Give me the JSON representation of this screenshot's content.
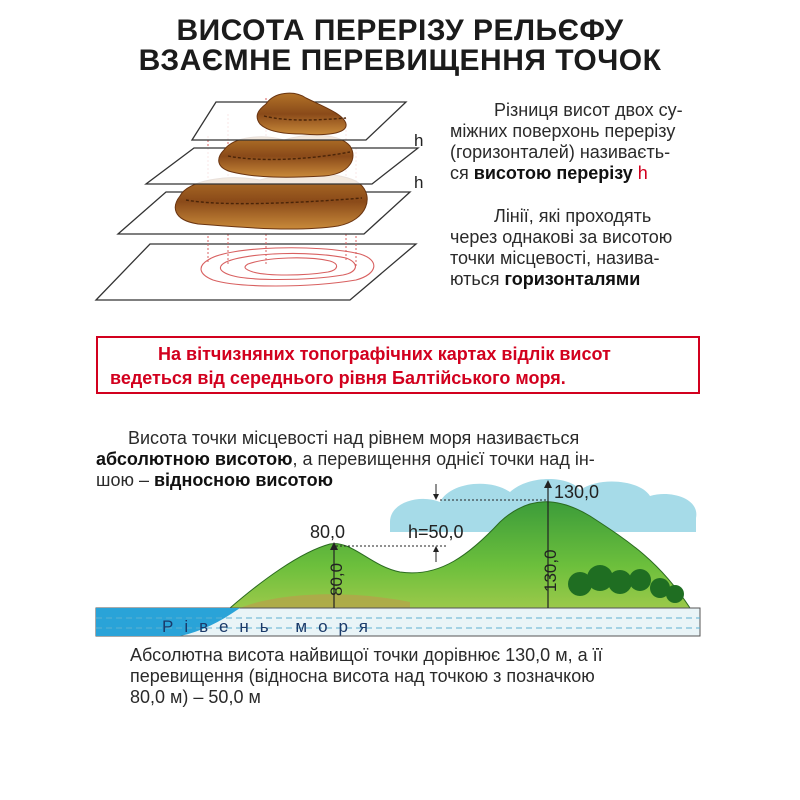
{
  "title": {
    "line1": "ВИСОТА ПЕРЕРІЗУ РЕЛЬЄФУ",
    "line2": "ВЗАЄМНЕ ПЕРЕВИЩЕННЯ ТОЧОК"
  },
  "diagram_top": {
    "h_label_1": "h",
    "h_label_2": "h"
  },
  "def1": {
    "l1": "Різниця висот двох су-",
    "l2": "міжних поверхонь перерізу",
    "l3": "(горизонталей) називаєть-",
    "l4_pre": "ся ",
    "l4_bold": "висотою перерізу",
    "l4_red": "h"
  },
  "def2": {
    "l1": "Лінії, які проходять",
    "l2": "через однакові за висотою",
    "l3": "точки місцевості, назива-",
    "l4_pre": "ються ",
    "l4_bold": "горизонталями"
  },
  "notice": {
    "line1": "На вітчизняних топографічних картах відлік висот",
    "line2": "ведеться від середнього рівня Балтійського моря."
  },
  "abs_def": {
    "l1": "Висота точки місцевості над рівнем моря називається",
    "l2_bold": "абсолютною висотою",
    "l2_rest": ", а перевищення однієї точки над ін-",
    "l3_pre": "шою – ",
    "l3_bold": "відносною висотою"
  },
  "profile": {
    "peak1": "80,0",
    "peak2": "130,0",
    "h_label": "h=50,0",
    "vert1": "80,0",
    "vert2": "130,0",
    "sea_level": "Рівень моря"
  },
  "bottom": {
    "l1": "Абсолютна висота найвищої точки дорівнює 130,0 м, а її",
    "l2": "перевищення (відносна висота над точкою з позначкою",
    "l3": "80,0 м) – 50,0 м"
  }
}
